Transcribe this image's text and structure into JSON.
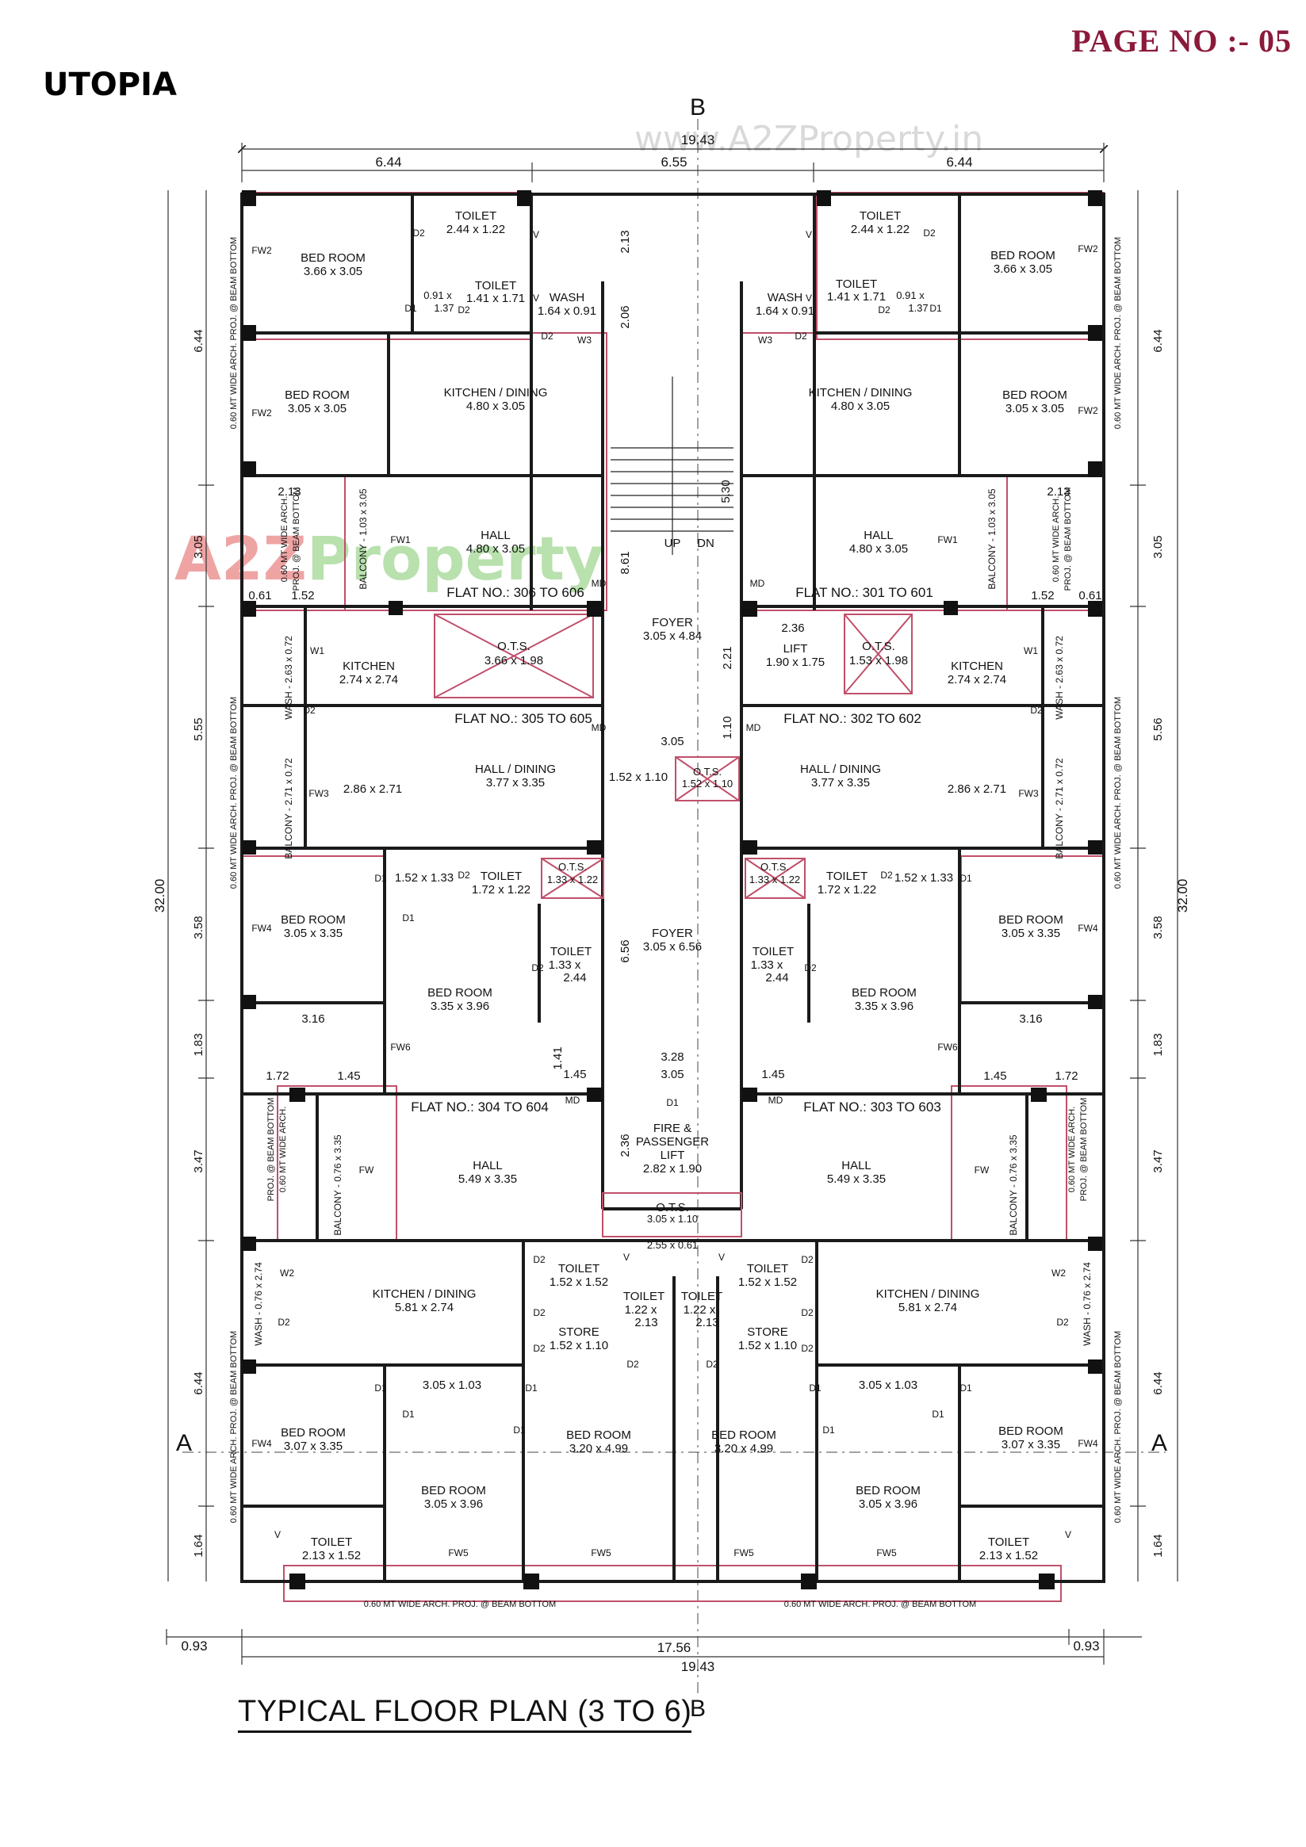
{
  "header": {
    "page_no": "PAGE NO :- 05",
    "project": "UTOPIA"
  },
  "watermark": {
    "top": "www.A2ZProperty.in",
    "mid_a": "A2Z",
    "mid_b": "Property"
  },
  "plan_title": "TYPICAL FLOOR PLAN (3 TO 6)",
  "section_marks": {
    "b": "B",
    "a": "A"
  },
  "dims": {
    "total_w": "19.43",
    "left_w": "6.44",
    "mid_w": "6.55",
    "right_w": "6.44",
    "total_h": "32.00",
    "inner_w": "17.56",
    "side": "0.93",
    "v_6_44": "6.44",
    "v_3_05": "3.05",
    "v_5_55": "5.55",
    "v_5_56": "5.56",
    "v_3_58": "3.58",
    "v_1_83": "1.83",
    "v_3_47": "3.47",
    "v_1_64": "1.64",
    "d_2_13": "2.13",
    "d_2_06": "2.06",
    "d_5_30": "5.30",
    "d_8_61": "8.61",
    "d_2_21": "2.21",
    "d_1_10": "1.10",
    "d_3_05": "3.05",
    "d_6_56": "6.56",
    "d_3_28": "3.28",
    "d_1_41": "1.41",
    "d_1_45": "1.45",
    "d_2_36": "2.36",
    "d_3_16": "3.16",
    "d_1_72": "1.72",
    "d_0_61": "0.61",
    "d_1_52": "1.52"
  },
  "rooms": {
    "bed_room": "BED ROOM",
    "toilet": "TOILET",
    "wash": "WASH",
    "kitchen_dining": "KITCHEN / DINING",
    "hall": "HALL",
    "kitchen": "KITCHEN",
    "hall_dining": "HALL / DINING",
    "store": "STORE",
    "ots": "O.T.S.",
    "foyer": "FOYER",
    "lift": "LIFT",
    "fire_lift_1": "FIRE &",
    "fire_lift_2": "PASSENGER",
    "fire_lift_3": "LIFT",
    "up": "UP",
    "dn": "DN"
  },
  "sizes": {
    "s366x305": "3.66 x 3.05",
    "s244x122": "2.44 x 1.22",
    "s141x171": "1.41 x 1.71",
    "s091": "0.91 x",
    "s137": "1.37",
    "s164x091": "1.64 x 0.91",
    "s305x305": "3.05 x 3.05",
    "s480x305": "4.80 x 3.05",
    "s274x274": "2.74 x 2.74",
    "s366x198": "3.66 x 1.98",
    "s153x198": "1.53 x 1.98",
    "s190x175": "1.90 x 1.75",
    "s305x484": "3.05 x 4.84",
    "s377x335": "3.77 x 3.35",
    "s286x271": "2.86 x 2.71",
    "s152x110": "1.52 x 1.10",
    "s152x133": "1.52 x 1.33",
    "s172x122": "1.72 x 1.22",
    "s133x122": "1.33 x 1.22",
    "s305x335": "3.05 x 3.35",
    "s133x": "1.33 x",
    "s244": "2.44",
    "s335x396": "3.35 x 3.96",
    "s305x656": "3.05 x 6.56",
    "s549x335": "5.49 x 3.35",
    "s282x190": "2.82 x 1.90",
    "s305x110": "3.05 x 1.10",
    "s255x061": "2.55 x 0.61",
    "s581x274": "5.81 x 2.74",
    "s152x152": "1.52 x 1.52",
    "s122x": "1.22 x",
    "s213": "2.13",
    "s305x103": "3.05 x 1.03",
    "s307x335": "3.07 x 3.35",
    "s320x499": "3.20 x 4.99",
    "s305x396": "3.05 x 3.96",
    "s213x152": "2.13 x 1.52"
  },
  "flats": {
    "f306": "FLAT NO.: 306 TO 606",
    "f301": "FLAT NO.: 301 TO 601",
    "f305": "FLAT NO.: 305 TO 605",
    "f302": "FLAT NO.: 302 TO 602",
    "f304": "FLAT NO.: 304 TO 604",
    "f303": "FLAT NO.: 303 TO 603"
  },
  "codes": {
    "fw1": "FW1",
    "fw2": "FW2",
    "fw3": "FW3",
    "fw4": "FW4",
    "fw5": "FW5",
    "fw6": "FW6",
    "fw": "FW",
    "d1": "D1",
    "d2": "D2",
    "w1": "W1",
    "w2": "W2",
    "w3": "W3",
    "md": "MD",
    "v": "V"
  },
  "notes": {
    "proj_bottom": "0.60 MT WIDE ARCH. PROJ. @ BEAM BOTTOM",
    "balc_103": "BALCONY - 1.03 x 3.05",
    "balc_076": "BALCONY - 0.76 x 3.35",
    "balc_271": "BALCONY - 2.71 x 0.72",
    "wash_263": "WASH - 2.63 x 0.72",
    "wash_076": "WASH - 0.76 x 2.74",
    "proj_a": "0.60 MT WIDE ARCH.",
    "proj_b": "PROJ. @ BEAM BOTTOM"
  },
  "colors": {
    "wall": "#1a1a1a",
    "pink": "#c0506a",
    "brand": "#8b1a3a"
  }
}
